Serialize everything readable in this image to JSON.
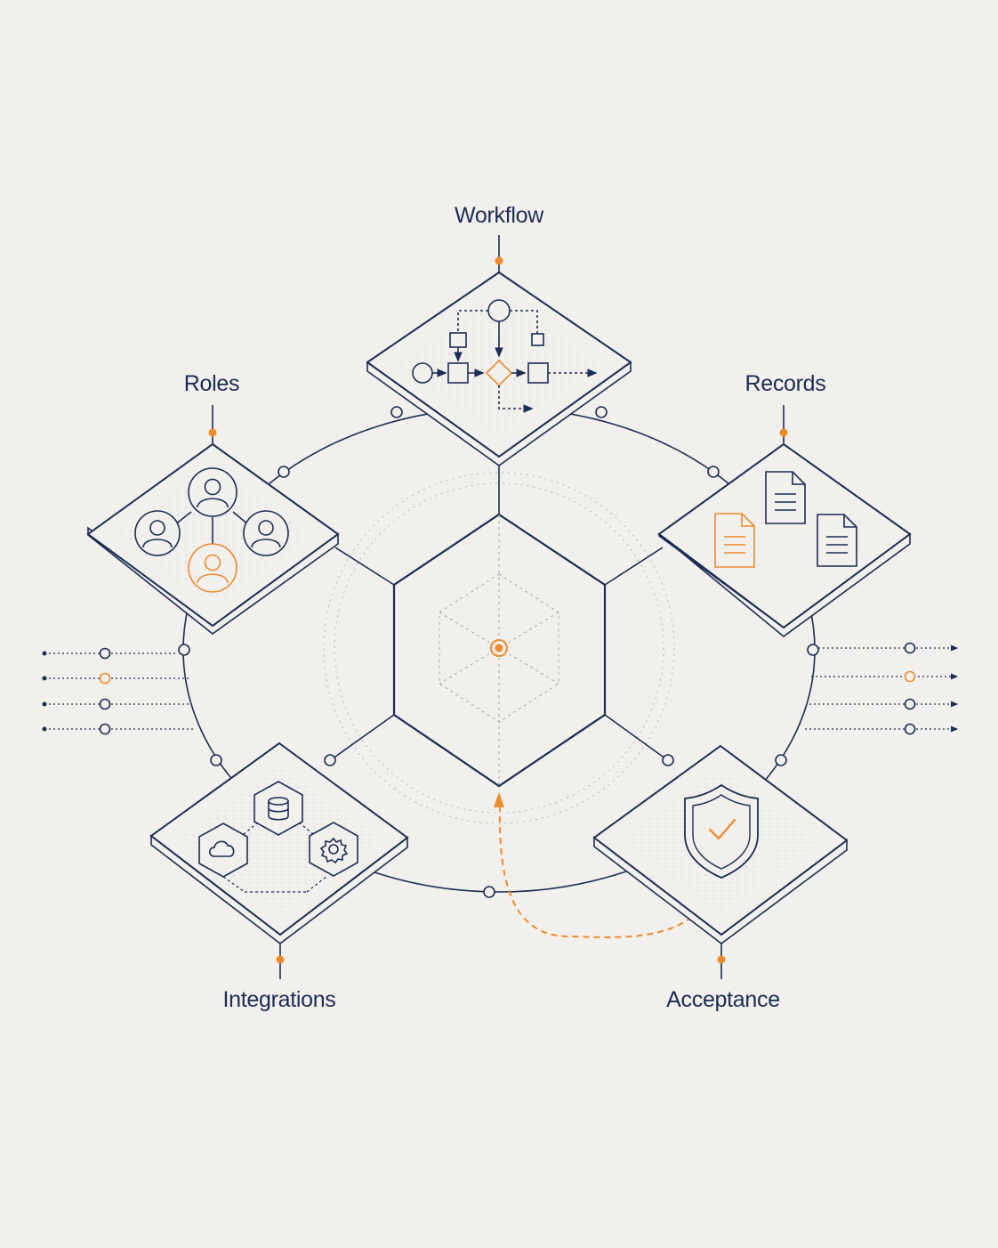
{
  "labels": {
    "workflow": "Workflow",
    "roles": "Roles",
    "records": "Records",
    "integrations": "Integrations",
    "acceptance": "Acceptance"
  },
  "colors": {
    "background": "#f2f0ec",
    "navy": "#1b2c55",
    "accent_orange": "#ee8a2c",
    "muted_dots": "#b9bcc4"
  },
  "icons": {
    "workflow": "flowchart-icon",
    "roles": "user-group-icon",
    "records": "documents-icon",
    "integrations": [
      "database-icon",
      "cloud-icon",
      "gear-icon"
    ],
    "acceptance": "shield-check-icon",
    "center": "hexagon-hub-icon"
  }
}
